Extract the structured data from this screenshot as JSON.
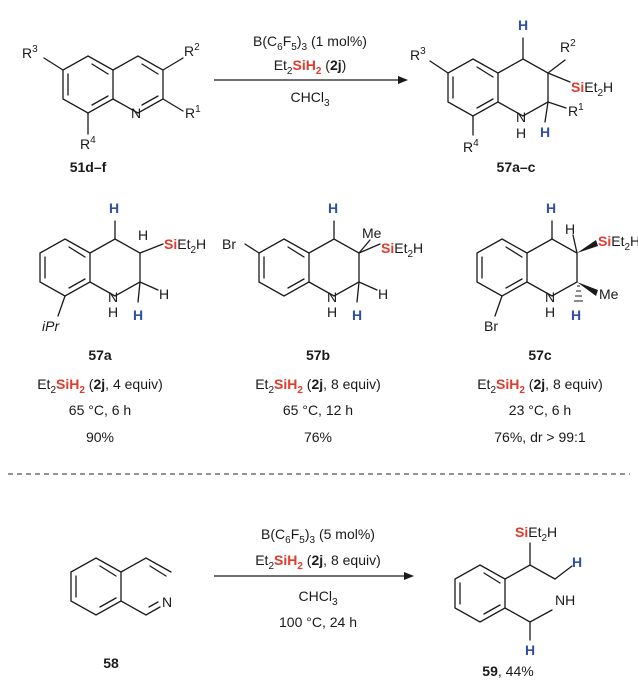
{
  "reaction1": {
    "reactant_label": "51d–f",
    "product_label": "57a–c",
    "cond_catalyst": "B(C6F5)3 (1 mol%)",
    "cond_reagent": "Et2SiH2 (2j)",
    "cond_solvent": "CHCl3",
    "substituents": {
      "r1": "R1",
      "r2": "R2",
      "r3": "R3",
      "r4": "R4"
    }
  },
  "examples": [
    {
      "label": "57a",
      "reagent": "Et2SiH2 (2j, 4 equiv)",
      "conditions": "65 °C, 6 h",
      "result": "90%"
    },
    {
      "label": "57b",
      "reagent": "Et2SiH2 (2j, 8 equiv)",
      "conditions": "65 °C, 12 h",
      "result": "76%"
    },
    {
      "label": "57c",
      "reagent": "Et2SiH2 (2j, 8 equiv)",
      "conditions": "23 °C, 6 h",
      "result": "76%, dr > 99:1"
    }
  ],
  "reaction2": {
    "reactant_label": "58",
    "product_label": "59, 44%",
    "cond_catalyst": "B(C6F5)3 (5 mol%)",
    "cond_reagent": "Et2SiH2 (2j, 8 equiv)",
    "cond_solvent": "CHCl3",
    "cond_temp_time": "100 °C, 24 h"
  },
  "atoms": {
    "N": "N",
    "NH": "NH",
    "H": "H",
    "iPr": "iPr",
    "Br": "Br",
    "Me": "Me",
    "Si": "Si",
    "SiEt2H": "SiEt2H"
  },
  "colors": {
    "hydrogen": "#2f4fa8",
    "silicon": "#e23a2c"
  }
}
